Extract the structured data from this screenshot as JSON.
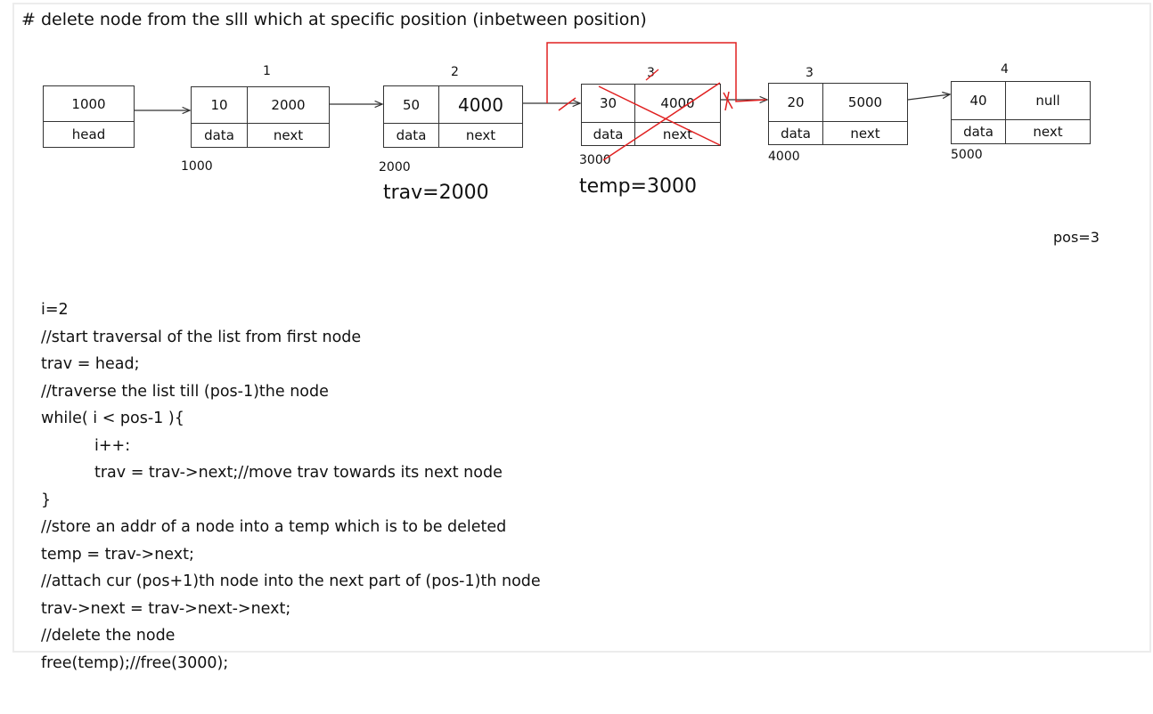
{
  "title": "# delete node from the slll which at specific position (inbetween position)",
  "head": {
    "value": "1000",
    "label": "head"
  },
  "nodes": [
    {
      "pos": "1",
      "data": "10",
      "next": "2000",
      "data_label": "data",
      "next_label": "next",
      "addr": "1000"
    },
    {
      "pos": "2",
      "data": "50",
      "next": "4000",
      "data_label": "data",
      "next_label": "next",
      "addr": "2000"
    },
    {
      "pos": "3",
      "data": "30",
      "next": "4000",
      "data_label": "data",
      "next_label": "next",
      "addr": "3000",
      "deleted": true
    },
    {
      "pos": "3",
      "data": "20",
      "next": "5000",
      "data_label": "data",
      "next_label": "next",
      "addr": "4000"
    },
    {
      "pos": "4",
      "data": "40",
      "next": "null",
      "data_label": "data",
      "next_label": "next",
      "addr": "5000"
    }
  ],
  "annotations": {
    "trav": "trav=2000",
    "temp": "temp=3000",
    "pos": "pos=3"
  },
  "code": [
    "i=2",
    "//start traversal of the list from first node",
    "trav = head;",
    "//traverse the list till (pos-1)the node",
    "while( i < pos-1 ){",
    "i++:",
    "trav = trav->next;//move trav towards its next node",
    "}",
    "//store an addr of a node into a temp which is to be deleted",
    "temp = trav->next;",
    "//attach cur (pos+1)th node into the next part of (pos-1)th node",
    "trav->next = trav->next->next;",
    "//delete the node",
    "free(temp);//free(3000);"
  ],
  "colors": {
    "strike": "#e02020",
    "line": "#333333",
    "frame": "#ececec"
  }
}
